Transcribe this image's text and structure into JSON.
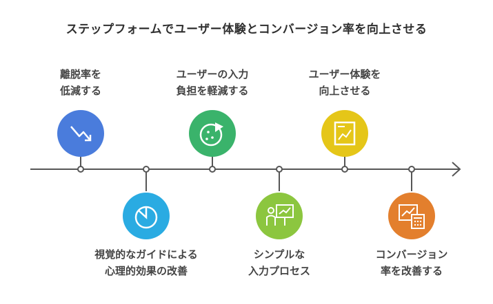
{
  "title": "ステップフォームでユーザー体験とコンバージョン率を向上させる",
  "steps": [
    {
      "line1": "離脱率を",
      "line2": "低減する",
      "color": "#4a7cdc",
      "icon": "trend-down-icon"
    },
    {
      "line1": "視覚的なガイドによる",
      "line2": "心理的効果の改善",
      "color": "#2aabe2",
      "icon": "pie-progress-icon"
    },
    {
      "line1": "ユーザーの入力",
      "line2": "負担を軽減する",
      "color": "#3ab36b",
      "icon": "pie-chart-icon"
    },
    {
      "line1": "シンプルな",
      "line2": "入力プロセス",
      "color": "#8cc63f",
      "icon": "presenter-icon"
    },
    {
      "line1": "ユーザー体験を",
      "line2": "向上させる",
      "color": "#e5c618",
      "icon": "chart-board-icon"
    },
    {
      "line1": "コンバージョン",
      "line2": "率を改善する",
      "color": "#e37f2d",
      "icon": "calculator-chart-icon"
    }
  ]
}
